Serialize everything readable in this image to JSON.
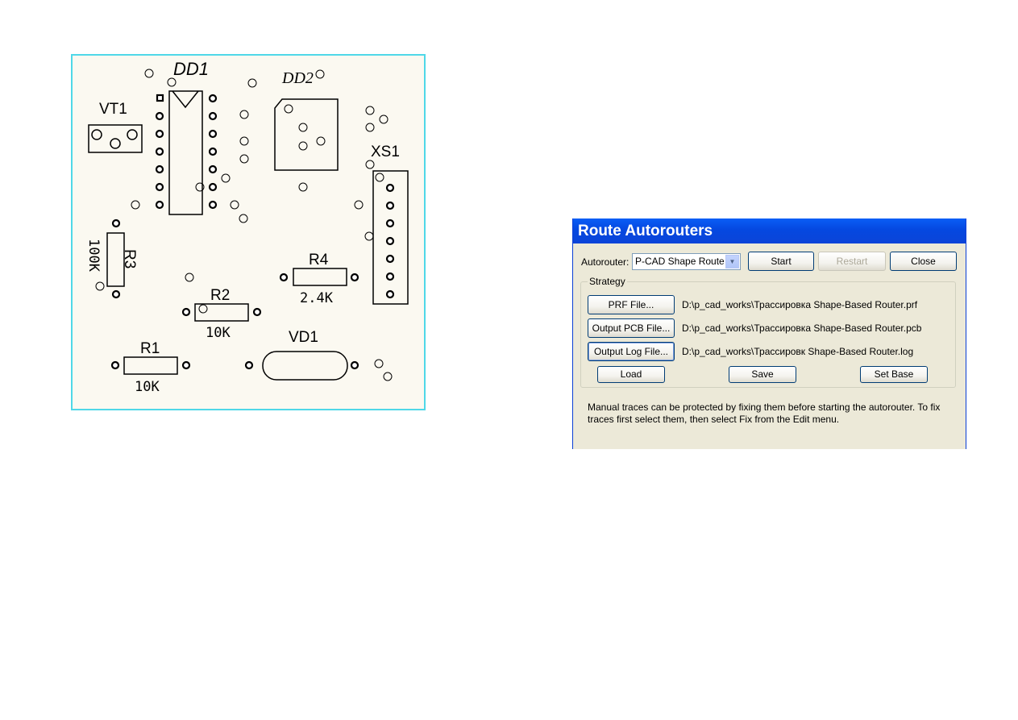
{
  "pcb": {
    "labels": {
      "dd1": "DD1",
      "dd2": "DD2",
      "vt1": "VT1",
      "xs1": "XS1",
      "r3": "R3",
      "r3_value": "100K",
      "r4": "R4",
      "r4_value": "2.4K",
      "r2": "R2",
      "r2_value": "10K",
      "r1": "R1",
      "r1_value": "10K",
      "vd1": "VD1"
    },
    "colors": {
      "board_fill": "#fbf9f1",
      "board_border": "#4fd8e8"
    }
  },
  "dialog": {
    "title": "Route Autorouters",
    "autorouter_label": "Autorouter:",
    "autorouter_value": "P-CAD Shape Route",
    "buttons": {
      "start": "Start",
      "restart": "Restart",
      "close": "Close",
      "prf_file": "PRF File...",
      "output_pcb": "Output PCB File...",
      "output_log": "Output Log File...",
      "load": "Load",
      "save": "Save",
      "set_base": "Set Base"
    },
    "strategy_label": "Strategy",
    "paths": {
      "prf": "D:\\p_cad_works\\Трассировка Shape-Based Router.prf",
      "pcb": "D:\\p_cad_works\\Трассировка Shape-Based Router.pcb",
      "log": "D:\\p_cad_works\\Трассировк Shape-Based Router.log"
    },
    "help_text": "Manual traces can be protected by fixing them before starting the autorouter. To fix traces first select them, then select Fix from the Edit menu."
  }
}
